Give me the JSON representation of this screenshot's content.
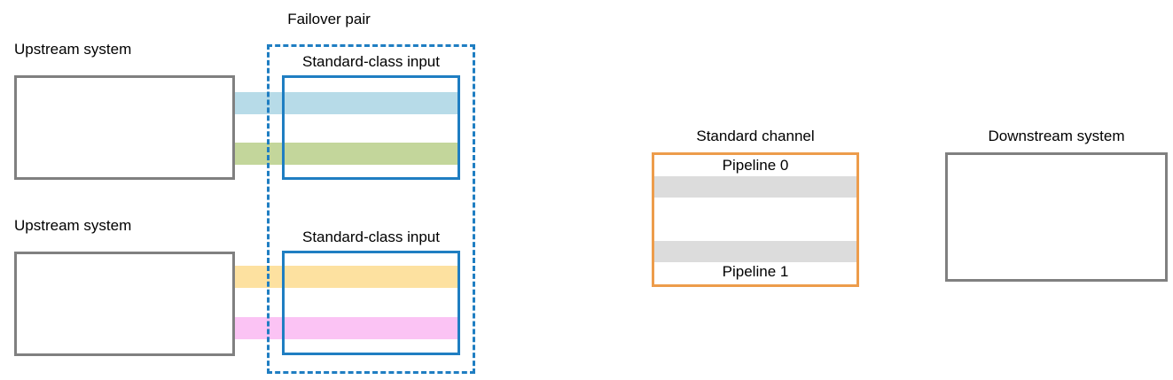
{
  "diagram": {
    "title_visible": false,
    "colors": {
      "gray_border": "#808080",
      "blue_border": "#1f7ec2",
      "orange_border": "#ed9c4b",
      "band_blue": "#b7dbe8",
      "band_green": "#c3d69b",
      "band_yellow": "#fde1a0",
      "band_pink": "#fbc3f4",
      "band_gray": "#dcdcdc",
      "text": "#000000"
    },
    "groups": {
      "failover_pair": {
        "label": "Failover pair",
        "style": "dashed-blue"
      }
    },
    "nodes": {
      "upstream_top": {
        "label": "Upstream system",
        "style": "solid-gray"
      },
      "upstream_bottom": {
        "label": "Upstream system",
        "style": "solid-gray"
      },
      "input_top": {
        "label": "Standard-class input",
        "style": "solid-blue"
      },
      "input_bottom": {
        "label": "Standard-class input",
        "style": "solid-blue"
      },
      "standard_channel": {
        "label": "Standard channel",
        "style": "solid-orange",
        "pipelines": [
          {
            "label": "Pipeline 0"
          },
          {
            "label": "Pipeline 1"
          }
        ]
      },
      "downstream": {
        "label": "Downstream system",
        "style": "solid-gray"
      }
    },
    "flows": [
      {
        "name": "flow-blue",
        "color_key": "band_blue"
      },
      {
        "name": "flow-green",
        "color_key": "band_green"
      },
      {
        "name": "flow-yellow",
        "color_key": "band_yellow"
      },
      {
        "name": "flow-pink",
        "color_key": "band_pink"
      }
    ],
    "channel_bands": [
      {
        "name": "channel-band-0",
        "color_key": "band_gray"
      },
      {
        "name": "channel-band-1",
        "color_key": "band_gray"
      }
    ]
  }
}
